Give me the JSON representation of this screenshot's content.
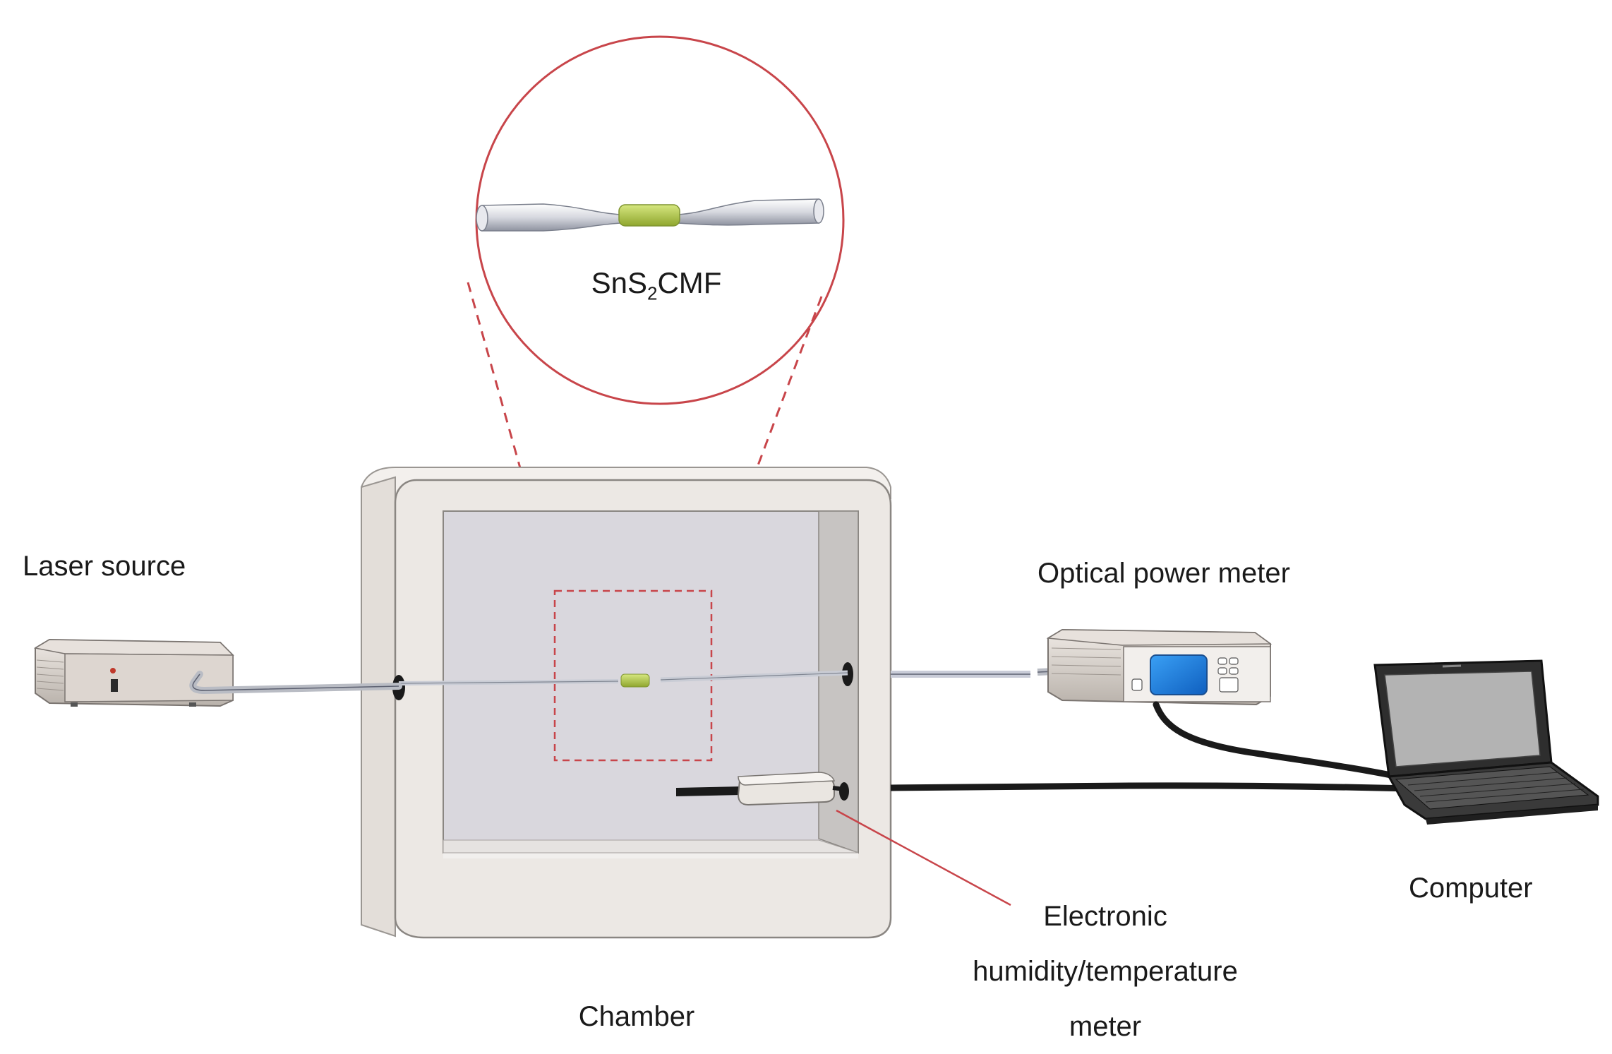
{
  "labels": {
    "fiber": "SnS",
    "fiber_sub": "2",
    "fiber_suffix": "CMF",
    "laser": "Laser source",
    "opm": "Optical power meter",
    "computer": "Computer",
    "chamber": "Chamber",
    "meter_line1": "Electronic",
    "meter_line2": "humidity/temperature",
    "meter_line3": "meter"
  },
  "colors": {
    "zoom": "#c8454a",
    "coating": "#b7cf4a",
    "screen": "#1e88e5",
    "cable": "#1a1a1a",
    "chamber_frame": "#ece8e4",
    "chamber_inner": "#d9d7dd",
    "device": "#d8d2cc"
  }
}
